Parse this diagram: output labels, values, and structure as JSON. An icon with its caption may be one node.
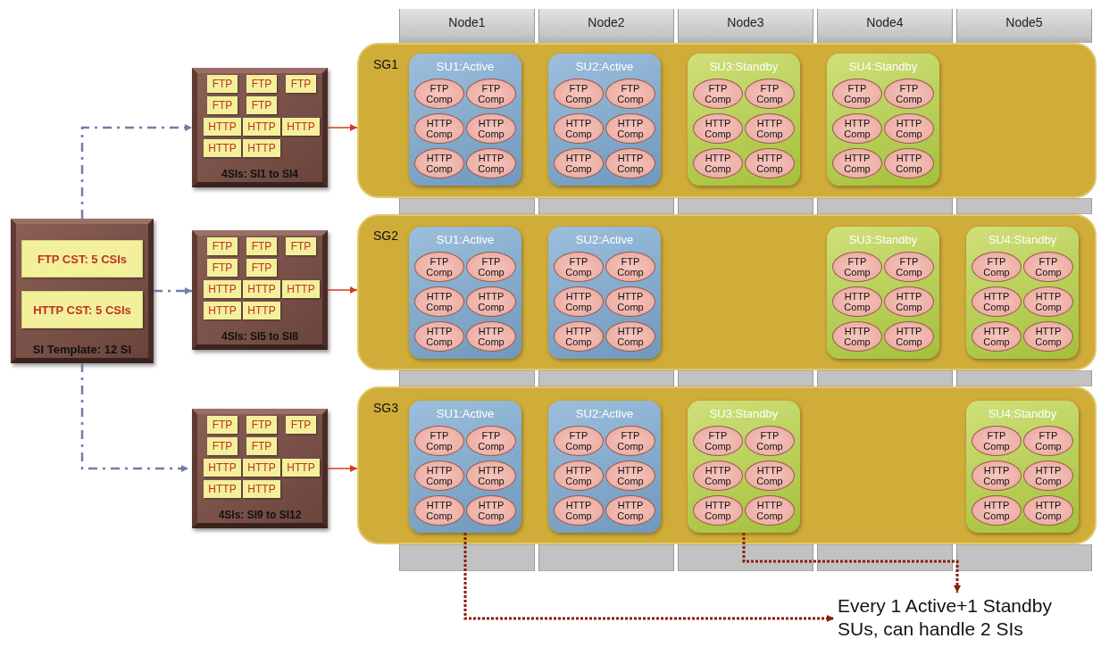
{
  "diagram": {
    "nodes": [
      {
        "text": [
          "SI Template: 12 SI"
        ]
      },
      {
        "text": [
          "FTP CST: 5 CSIs"
        ],
        "in": 0
      },
      {
        "text": [
          "HTTP CST: 5 CSIs"
        ],
        "in": 0
      },
      {
        "text": [
          "4SIs: SI1 to SI4"
        ]
      },
      {
        "text": [
          "FTP"
        ],
        "in": 3
      },
      {
        "text": [
          "FTP"
        ],
        "in": 3
      },
      {
        "text": [
          "FTP"
        ],
        "in": 3
      },
      {
        "text": [
          "FTP"
        ],
        "in": 3
      },
      {
        "text": [
          "FTP"
        ],
        "in": 3
      },
      {
        "text": [
          "HTTP"
        ],
        "in": 3
      },
      {
        "text": [
          "HTTP"
        ],
        "in": 3
      },
      {
        "text": [
          "HTTP"
        ],
        "in": 3
      },
      {
        "text": [
          "HTTP"
        ],
        "in": 3
      },
      {
        "text": [
          "HTTP"
        ],
        "in": 3
      },
      {
        "text": [
          "4SIs: SI5 to SI8"
        ]
      },
      {
        "text": [
          "FTP"
        ],
        "in": 14
      },
      {
        "text": [
          "FTP"
        ],
        "in": 14
      },
      {
        "text": [
          "FTP"
        ],
        "in": 14
      },
      {
        "text": [
          "FTP"
        ],
        "in": 14
      },
      {
        "text": [
          "FTP"
        ],
        "in": 14
      },
      {
        "text": [
          "HTTP"
        ],
        "in": 14
      },
      {
        "text": [
          "HTTP"
        ],
        "in": 14
      },
      {
        "text": [
          "HTTP"
        ],
        "in": 14
      },
      {
        "text": [
          "HTTP"
        ],
        "in": 14
      },
      {
        "text": [
          "HTTP"
        ],
        "in": 14
      },
      {
        "text": [
          "4SIs: SI9 to SI12"
        ]
      },
      {
        "text": [
          "FTP"
        ],
        "in": 25
      },
      {
        "text": [
          "FTP"
        ],
        "in": 25
      },
      {
        "text": [
          "FTP"
        ],
        "in": 25
      },
      {
        "text": [
          "FTP"
        ],
        "in": 25
      },
      {
        "text": [
          "FTP"
        ],
        "in": 25
      },
      {
        "text": [
          "HTTP"
        ],
        "in": 25
      },
      {
        "text": [
          "HTTP"
        ],
        "in": 25
      },
      {
        "text": [
          "HTTP"
        ],
        "in": 25
      },
      {
        "text": [
          "HTTP"
        ],
        "in": 25
      },
      {
        "text": [
          "HTTP"
        ],
        "in": 25
      },
      {
        "text": [
          "Node1"
        ]
      },
      {
        "text": [
          "Node2"
        ]
      },
      {
        "text": [
          "Node3"
        ]
      },
      {
        "text": [
          "Node4"
        ]
      },
      {
        "text": [
          "Node5"
        ]
      },
      {
        "text": [
          "SG1"
        ]
      },
      {
        "text": [
          "SU1:Active"
        ],
        "in": 41
      },
      {
        "text": [
          "FTP Comp"
        ],
        "in": 42
      },
      {
        "text": [
          "FTP Comp"
        ],
        "in": 42
      },
      {
        "text": [
          "HTTP Comp"
        ],
        "in": 42
      },
      {
        "text": [
          "HTTP Comp"
        ],
        "in": 42
      },
      {
        "text": [
          "HTTP Comp"
        ],
        "in": 42
      },
      {
        "text": [
          "HTTP Comp"
        ],
        "in": 42
      },
      {
        "text": [
          "SU2:Active"
        ],
        "in": 41
      },
      {
        "text": [
          "FTP Comp"
        ],
        "in": 49
      },
      {
        "text": [
          "FTP Comp"
        ],
        "in": 49
      },
      {
        "text": [
          "HTTP Comp"
        ],
        "in": 49
      },
      {
        "text": [
          "HTTP Comp"
        ],
        "in": 49
      },
      {
        "text": [
          "HTTP Comp"
        ],
        "in": 49
      },
      {
        "text": [
          "HTTP Comp"
        ],
        "in": 49
      },
      {
        "text": [
          "SU3:Standby"
        ],
        "in": 41
      },
      {
        "text": [
          "FTP Comp"
        ],
        "in": 56
      },
      {
        "text": [
          "FTP Comp"
        ],
        "in": 56
      },
      {
        "text": [
          "HTTP Comp"
        ],
        "in": 56
      },
      {
        "text": [
          "HTTP Comp"
        ],
        "in": 56
      },
      {
        "text": [
          "HTTP Comp"
        ],
        "in": 56
      },
      {
        "text": [
          "HTTP Comp"
        ],
        "in": 56
      },
      {
        "text": [
          "SU4:Standby"
        ],
        "in": 41
      },
      {
        "text": [
          "FTP Comp"
        ],
        "in": 63
      },
      {
        "text": [
          "FTP Comp"
        ],
        "in": 63
      },
      {
        "text": [
          "HTTP Comp"
        ],
        "in": 63
      },
      {
        "text": [
          "HTTP Comp"
        ],
        "in": 63
      },
      {
        "text": [
          "HTTP Comp"
        ],
        "in": 63
      },
      {
        "text": [
          "HTTP Comp"
        ],
        "in": 63
      },
      {
        "text": [
          "SG2"
        ]
      },
      {
        "text": [
          "SU1:Active"
        ],
        "in": 70
      },
      {
        "text": [
          "FTP Comp"
        ],
        "in": 71
      },
      {
        "text": [
          "FTP Comp"
        ],
        "in": 71
      },
      {
        "text": [
          "HTTP Comp"
        ],
        "in": 71
      },
      {
        "text": [
          "HTTP Comp"
        ],
        "in": 71
      },
      {
        "text": [
          "HTTP Comp"
        ],
        "in": 71
      },
      {
        "text": [
          "HTTP Comp"
        ],
        "in": 71
      },
      {
        "text": [
          "SU2:Active"
        ],
        "in": 70
      },
      {
        "text": [
          "FTP Comp"
        ],
        "in": 78
      },
      {
        "text": [
          "FTP Comp"
        ],
        "in": 78
      },
      {
        "text": [
          "HTTP Comp"
        ],
        "in": 78
      },
      {
        "text": [
          "HTTP Comp"
        ],
        "in": 78
      },
      {
        "text": [
          "HTTP Comp"
        ],
        "in": 78
      },
      {
        "text": [
          "HTTP Comp"
        ],
        "in": 78
      },
      {
        "text": [
          "SU3:Standby"
        ],
        "in": 70
      },
      {
        "text": [
          "FTP Comp"
        ],
        "in": 85
      },
      {
        "text": [
          "FTP Comp"
        ],
        "in": 85
      },
      {
        "text": [
          "HTTP Comp"
        ],
        "in": 85
      },
      {
        "text": [
          "HTTP Comp"
        ],
        "in": 85
      },
      {
        "text": [
          "HTTP Comp"
        ],
        "in": 85
      },
      {
        "text": [
          "HTTP Comp"
        ],
        "in": 85
      },
      {
        "text": [
          "SU4:Standby"
        ],
        "in": 70
      },
      {
        "text": [
          "FTP Comp"
        ],
        "in": 92
      },
      {
        "text": [
          "FTP Comp"
        ],
        "in": 92
      },
      {
        "text": [
          "HTTP Comp"
        ],
        "in": 92
      },
      {
        "text": [
          "HTTP Comp"
        ],
        "in": 92
      },
      {
        "text": [
          "HTTP Comp"
        ],
        "in": 92
      },
      {
        "text": [
          "HTTP Comp"
        ],
        "in": 92
      },
      {
        "text": [
          "SG3"
        ]
      },
      {
        "text": [
          "SU1:Active"
        ],
        "in": 99
      },
      {
        "text": [
          "FTP Comp"
        ],
        "in": 100
      },
      {
        "text": [
          "FTP Comp"
        ],
        "in": 100
      },
      {
        "text": [
          "HTTP Comp"
        ],
        "in": 100
      },
      {
        "text": [
          "HTTP Comp"
        ],
        "in": 100
      },
      {
        "text": [
          "HTTP Comp"
        ],
        "in": 100
      },
      {
        "text": [
          "HTTP Comp"
        ],
        "in": 100
      },
      {
        "text": [
          "SU2:Active"
        ],
        "in": 99
      },
      {
        "text": [
          "FTP Comp"
        ],
        "in": 107
      },
      {
        "text": [
          "FTP Comp"
        ],
        "in": 107
      },
      {
        "text": [
          "HTTP Comp"
        ],
        "in": 107
      },
      {
        "text": [
          "HTTP Comp"
        ],
        "in": 107
      },
      {
        "text": [
          "HTTP Comp"
        ],
        "in": 107
      },
      {
        "text": [
          "HTTP Comp"
        ],
        "in": 107
      },
      {
        "text": [
          "SU3:Standby"
        ],
        "in": 99
      },
      {
        "text": [
          "FTP Comp"
        ],
        "in": 114
      },
      {
        "text": [
          "FTP Comp"
        ],
        "in": 114
      },
      {
        "text": [
          "HTTP Comp"
        ],
        "in": 114
      },
      {
        "text": [
          "HTTP Comp"
        ],
        "in": 114
      },
      {
        "text": [
          "HTTP Comp"
        ],
        "in": 114
      },
      {
        "text": [
          "HTTP Comp"
        ],
        "in": 114
      },
      {
        "text": [
          "SU4:Standby"
        ],
        "in": 99
      },
      {
        "text": [
          "FTP Comp"
        ],
        "in": 121
      },
      {
        "text": [
          "FTP Comp"
        ],
        "in": 121
      },
      {
        "text": [
          "HTTP Comp"
        ],
        "in": 121
      },
      {
        "text": [
          "HTTP Comp"
        ],
        "in": 121
      },
      {
        "text": [
          "HTTP Comp"
        ],
        "in": 121
      },
      {
        "text": [
          "HTTP Comp"
        ],
        "in": 121
      },
      {
        "text": [
          "Every 1 Active+1 Standby SUs, can handle 2 SIs"
        ]
      }
    ],
    "edges": [
      {
        "from": 0,
        "to": 3,
        "arrow": "to",
        "style": "dashed",
        "color": "#6f7ea6"
      },
      {
        "from": 0,
        "to": 14,
        "arrow": "to",
        "style": "dashed",
        "color": "#6f7ea6"
      },
      {
        "from": 0,
        "to": 25,
        "arrow": "to",
        "style": "dashed",
        "color": "#6f7ea6"
      },
      {
        "from": 3,
        "to": 41,
        "arrow": "to",
        "color": "#d63a1e"
      },
      {
        "from": 14,
        "to": 70,
        "arrow": "to",
        "color": "#d63a1e"
      },
      {
        "from": 25,
        "to": 99,
        "arrow": "to",
        "color": "#d63a1e"
      },
      {
        "from": 100,
        "to": 128,
        "arrow": "to",
        "style": "dashed",
        "color": "#8e1b12"
      },
      {
        "from": 114,
        "to": 128,
        "arrow": "to",
        "style": "dashed",
        "color": "#8e1b12"
      }
    ]
  }
}
